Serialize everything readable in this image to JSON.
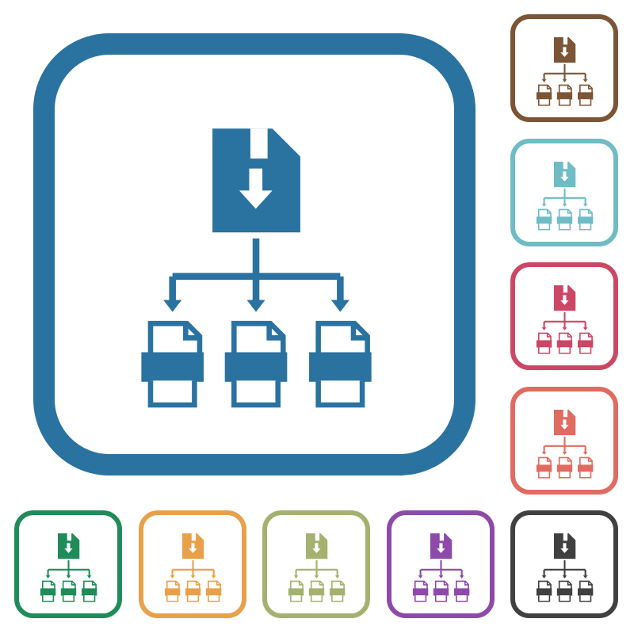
{
  "icon_name": "file-distribution-icon",
  "tiles": [
    {
      "id": "main",
      "color": "#2a72a0"
    },
    {
      "id": "brown",
      "color": "#7b5535"
    },
    {
      "id": "teal",
      "color": "#6fbcc4"
    },
    {
      "id": "rose",
      "color": "#cc4765"
    },
    {
      "id": "salmon",
      "color": "#e06b60"
    },
    {
      "id": "green",
      "color": "#1f8c5a"
    },
    {
      "id": "orange",
      "color": "#e8a14a"
    },
    {
      "id": "olive",
      "color": "#a4b16f"
    },
    {
      "id": "purple",
      "color": "#8d4aa8"
    },
    {
      "id": "dark",
      "color": "#404040"
    }
  ]
}
